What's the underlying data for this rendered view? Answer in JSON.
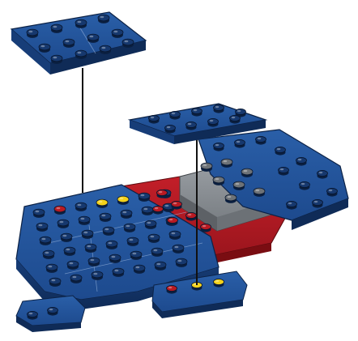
{
  "illustration": {
    "kind": "lego-build-step",
    "colors": {
      "blue": "#1f4f96",
      "blue_dark": "#16386e",
      "blue_light": "#3b6fb8",
      "red": "#b81a22",
      "red_dark": "#861016",
      "grey": "#8a8f94",
      "grey_dark": "#5d6166",
      "yellow": "#f3d21b",
      "line": "#111111"
    },
    "parts": [
      {
        "name": "floating-plate-top-left",
        "color": "blue"
      },
      {
        "name": "floating-plate-middle",
        "color": "blue"
      },
      {
        "name": "base-blue-plates",
        "color": "blue"
      },
      {
        "name": "red-plates",
        "color": "red"
      },
      {
        "name": "grey-bricks",
        "color": "grey"
      },
      {
        "name": "front-blue-plate",
        "color": "blue"
      }
    ]
  }
}
